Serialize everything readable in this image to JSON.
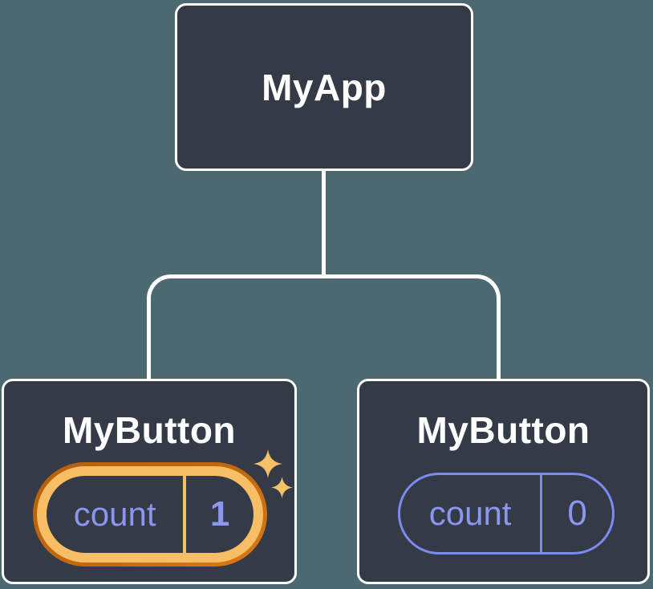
{
  "colors": {
    "background": "#4C6870",
    "node_fill": "#343A46",
    "node_border": "#FFFFFF",
    "connector": "#FFFFFF",
    "state_text_purple": "#8A96F0",
    "pill_border_purple": "#7C8BF0",
    "highlight_orange_light": "#F8BE66",
    "highlight_orange_dark": "#C2690F",
    "sparkle_orange": "#F6C167"
  },
  "tree": {
    "root": {
      "label": "MyApp"
    },
    "children": [
      {
        "label": "MyButton",
        "state": {
          "key": "count",
          "value": "1"
        },
        "highlighted": true
      },
      {
        "label": "MyButton",
        "state": {
          "key": "count",
          "value": "0"
        },
        "highlighted": false
      }
    ]
  }
}
